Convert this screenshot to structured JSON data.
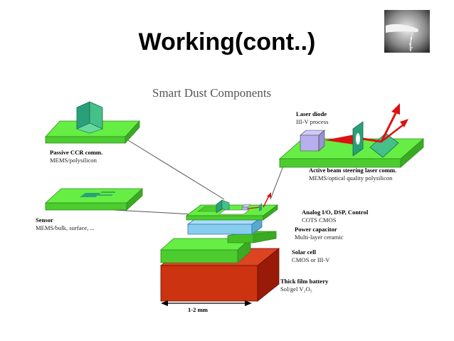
{
  "slide": {
    "title": "Working(cont..)"
  },
  "thumbnail": {
    "icon": "hand-dust-icon"
  },
  "diagram": {
    "title": "Smart Dust Components",
    "colors": {
      "green": "#66ee44",
      "green_dark": "#2e8b22",
      "blue": "#88ccee",
      "red": "#cc3311",
      "laser_red": "#dd1111",
      "lavender": "#b8b0ee"
    },
    "labels": {
      "ccr": {
        "title": "Passive CCR comm.",
        "sub": "MEMS/polysilicon"
      },
      "laser_diode": {
        "title": "Laser diode",
        "sub": "III-V process"
      },
      "beam": {
        "title": "Active beam steering laser comm.",
        "sub": "MEMS/optical quality polysilicon"
      },
      "sensor": {
        "title": "Sensor",
        "sub": "MEMS/bulk, surface, ..."
      },
      "analog": {
        "title": "Analog I/O, DSP, Control",
        "sub": "COTS CMOS"
      },
      "capacitor": {
        "title": "Power capacitor",
        "sub": "Multi-layer ceramic"
      },
      "solar": {
        "title": "Solar cell",
        "sub": "CMOS or III-V"
      },
      "battery": {
        "title": "Thick film battery",
        "sub": "Sol/gel V₂O₅"
      }
    },
    "scale_label": "1-2 mm"
  }
}
